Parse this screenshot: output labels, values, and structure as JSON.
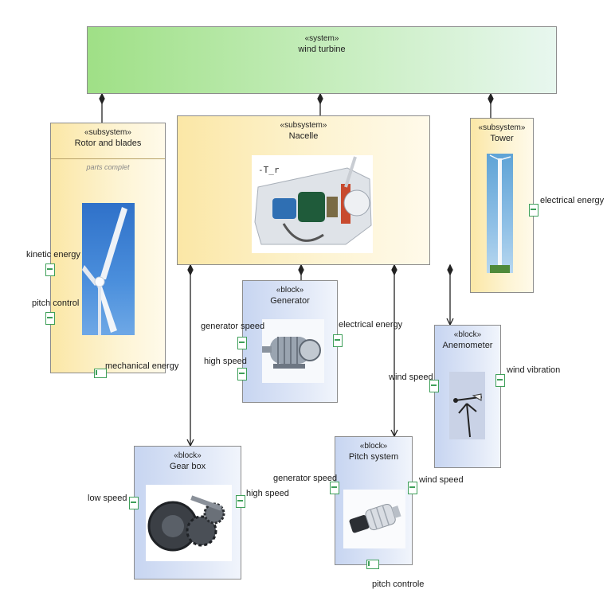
{
  "system": {
    "stereotype": "«system»",
    "name": "wind turbine"
  },
  "rotor": {
    "stereotype": "«subsystem»",
    "name": "Rotor and blades",
    "compartment": "parts complet"
  },
  "nacelle": {
    "stereotype": "«subsystem»",
    "name": "Nacelle"
  },
  "tower": {
    "stereotype": "«subsystem»",
    "name": "Tower"
  },
  "generator": {
    "stereotype": "«block»",
    "name": "Generator"
  },
  "anemometer": {
    "stereotype": "«block»",
    "name": "Anemometer"
  },
  "gearbox": {
    "stereotype": "«block»",
    "name": "Gear box"
  },
  "pitch": {
    "stereotype": "«block»",
    "name": "Pitch system"
  },
  "ports": {
    "kinetic_energy": "kinetic energy",
    "pitch_control": "pitch control",
    "mechanical_energy": "mechanical energy",
    "tower_electrical_energy": "electrical energy",
    "gen_generator_speed": "generator speed",
    "gen_high_speed": "high speed",
    "gen_electrical_energy": "electrical energy",
    "anem_wind_speed": "wind speed",
    "anem_wind_vibration": "wind vibration",
    "gear_low_speed": "low speed",
    "gear_high_speed": "high speed",
    "pitch_generator_speed": "generator speed",
    "pitch_wind_speed": "wind speed",
    "pitch_controle": "pitch controle"
  },
  "colors": {
    "system": "#a8e28f",
    "subsystem": "#fbe9ad",
    "block": "#cdd9f2",
    "port": "#3fa05a",
    "connector": "#222222"
  }
}
